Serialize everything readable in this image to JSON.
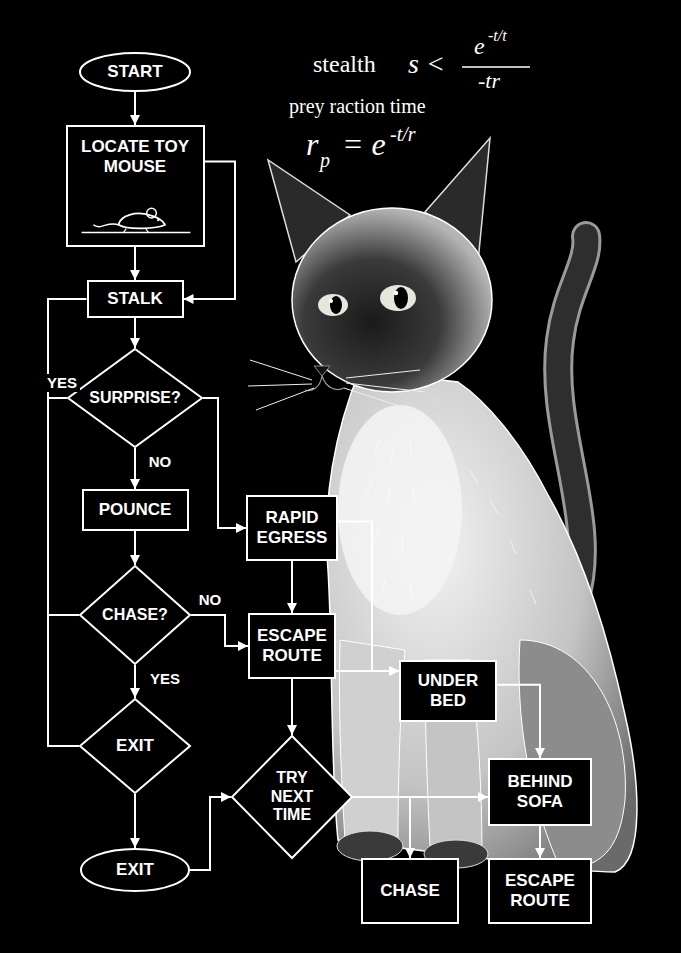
{
  "diagram": {
    "nodes": [
      {
        "text": [
          "START"
        ]
      },
      {
        "text": [
          "LOCATE TOY MOUSE"
        ]
      },
      {
        "text": [
          "STALK"
        ]
      },
      {
        "text": [
          "SURPRISE?"
        ]
      },
      {
        "text": [
          "POUNCE"
        ]
      },
      {
        "text": [
          "RAPID EGRESS"
        ]
      },
      {
        "text": [
          "CHASE?"
        ]
      },
      {
        "text": [
          "ESCAPE ROUTE"
        ]
      },
      {
        "text": [
          "UNDER BED"
        ]
      },
      {
        "text": [
          "EXIT"
        ]
      },
      {
        "text": [
          "TRY NEXT TIME"
        ]
      },
      {
        "text": [
          "BEHIND SOFA"
        ]
      },
      {
        "text": [
          "EXIT"
        ]
      },
      {
        "text": [
          "CHASE"
        ]
      },
      {
        "text": [
          "ESCAPE ROUTE"
        ]
      }
    ],
    "edges": [
      {
        "from": 0,
        "to": 1,
        "arrow": "to"
      },
      {
        "from": 1,
        "to": 2,
        "arrow": "to"
      },
      {
        "from": 1,
        "to": 2,
        "arrow": "to"
      },
      {
        "from": 2,
        "to": 3,
        "arrow": "to"
      },
      {
        "from": 2,
        "to": 9,
        "arrow": "none"
      },
      {
        "from": 3,
        "to": 9,
        "label": "YES",
        "arrow": "none"
      },
      {
        "from": 3,
        "to": 4,
        "label": "NO",
        "arrow": "to"
      },
      {
        "from": 3,
        "to": 5,
        "arrow": "to"
      },
      {
        "from": 4,
        "to": 6,
        "arrow": "to"
      },
      {
        "from": 6,
        "to": 9,
        "arrow": "none"
      },
      {
        "from": 6,
        "to": 7,
        "label": "NO",
        "arrow": "to"
      },
      {
        "from": 6,
        "to": 9,
        "label": "YES",
        "arrow": "to"
      },
      {
        "from": 5,
        "to": 7,
        "arrow": "to"
      },
      {
        "from": 5,
        "to": 8,
        "arrow": "to"
      },
      {
        "from": 7,
        "to": 8,
        "arrow": "to"
      },
      {
        "from": 7,
        "to": 10,
        "arrow": "to"
      },
      {
        "from": 8,
        "to": 11,
        "arrow": "to"
      },
      {
        "from": 9,
        "to": 12,
        "arrow": "to"
      },
      {
        "from": 12,
        "to": 10,
        "arrow": "to"
      },
      {
        "from": 10,
        "to": 11,
        "arrow": "to"
      },
      {
        "from": 10,
        "to": 13,
        "arrow": "to"
      },
      {
        "from": 11,
        "to": 14,
        "arrow": "to"
      }
    ],
    "labels": [
      "stealth",
      "s <",
      "e",
      "-t/t",
      "-tr",
      "prey raction time",
      "r",
      "p",
      "= e",
      "-t/r"
    ]
  }
}
